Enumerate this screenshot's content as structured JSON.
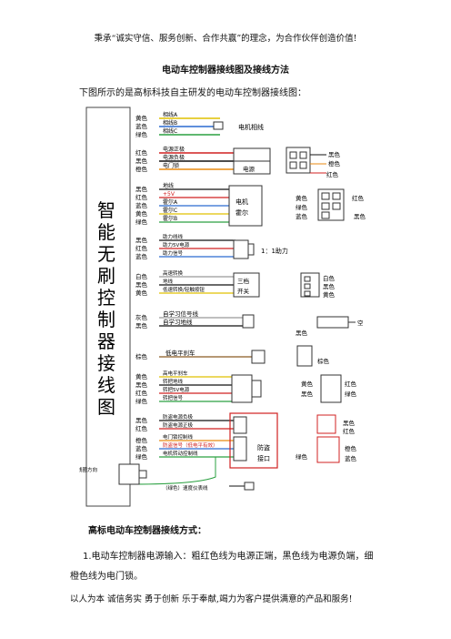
{
  "header_text": "秉承“诚实守信、服务创新、合作共赢”的理念，为合作伙伴创造价值!",
  "title": "电动车控制器接线图及接线方法",
  "intro": "下图所示的是高标科技自主研发的电动车控制器接线图：",
  "diagram": {
    "controller_label": [
      "智",
      "能",
      "无",
      "刷",
      "控",
      "制",
      "器",
      "接",
      "线",
      "图"
    ],
    "hall_labels": {
      "phaseA": "相线A",
      "phaseB": "相线B",
      "phaseC": "相线C",
      "motor_phase": "电机相线"
    },
    "power_labels": {
      "pos": "电源正极",
      "neg": "电源负极",
      "lock": "电门锁",
      "name": "电源"
    },
    "motor_hall": {
      "ground": "地线",
      "v5": "+5V",
      "hallA": "霍尔A",
      "hallC": "霍尔C",
      "hallB": "霍尔B",
      "name1": "电机",
      "name2": "霍尔"
    },
    "assist": {
      "a": "助力线线",
      "b": "助力5V电源",
      "c": "助力信号",
      "ratio": "1：1助力"
    },
    "speed3": {
      "a": "高速转换",
      "b": "地线",
      "c": "低速转换/轻触按钮",
      "name1": "三档",
      "name2": "开关"
    },
    "learn": {
      "a": "自学习信号线",
      "b": "自学习地线",
      "empty": "空"
    },
    "brake": {
      "a": "低电平刹车"
    },
    "throttle": {
      "a": "高电平刹车",
      "b": "转把地线",
      "c": "转把5V电源",
      "d": "转把信号"
    },
    "antitheft": {
      "a": "防盗电源负极",
      "b": "防盗电源正极",
      "c": "电门锁控制线",
      "d": "防盗信号（低电平有效）",
      "e": "电机转动控制线",
      "name1": "防盗",
      "name2": "接口"
    },
    "speedo": "（绿色）速度仪表线",
    "cable_dir": "线圈方向",
    "colors": {
      "yellow": "黄色",
      "blue": "蓝色",
      "green": "绿色",
      "red": "红色",
      "black": "黑色",
      "orange": "橙色",
      "white": "白色",
      "gray": "灰色",
      "brown": "棕色"
    }
  },
  "subheading": "高标电动车控制器接线方式：",
  "paragraph": "1.电动车控制器电源输入：粗红色线为电源正端，黑色线为电源负端，细橙色线为电门锁。",
  "footer_text": "以人为本  诚信务实  勇于创新  乐于奉献,竭力为客户提供满意的产品和服务!"
}
